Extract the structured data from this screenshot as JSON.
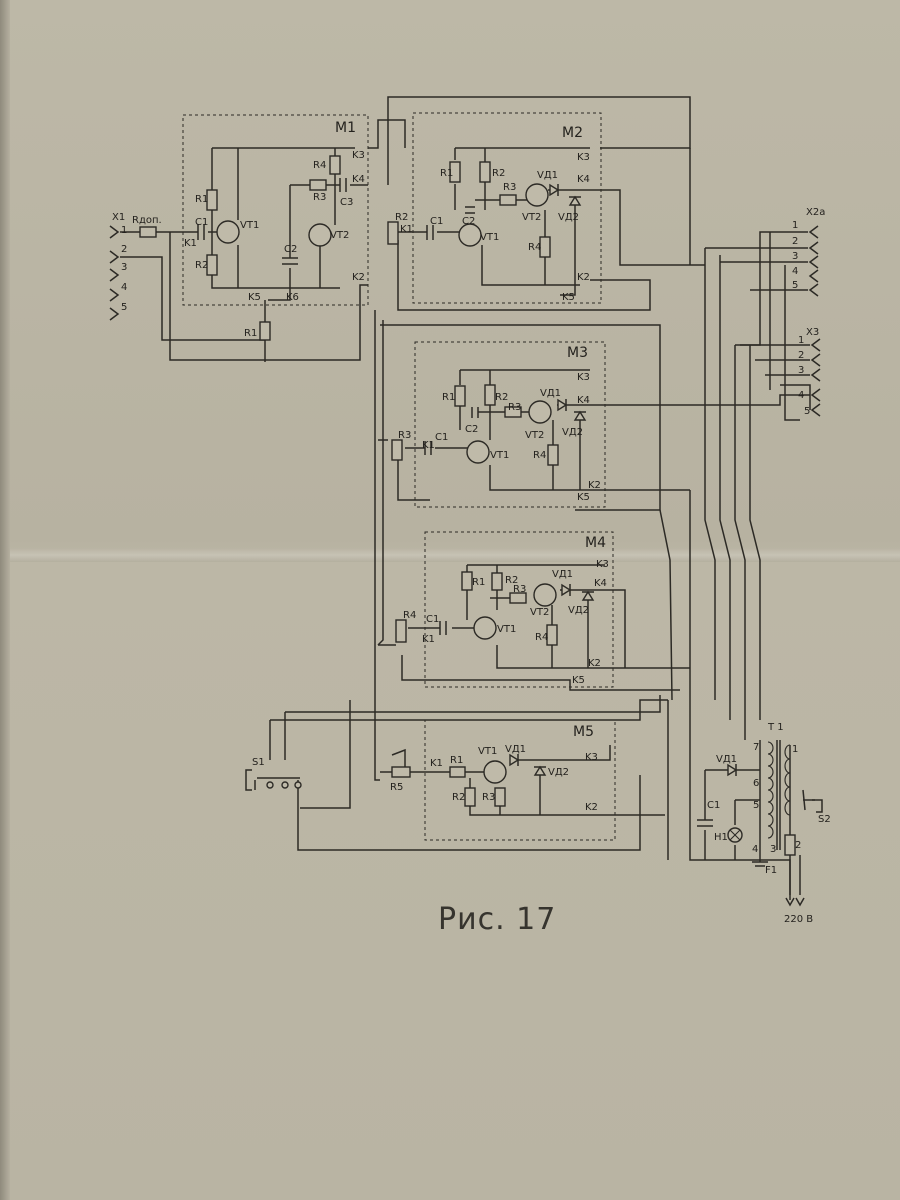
{
  "figure": {
    "caption": "Рис. 17",
    "mains_label": "220 В"
  },
  "modules": {
    "m1": {
      "title": "M1",
      "labels": [
        "K3",
        "K4",
        "K2",
        "K5",
        "K6",
        "R1",
        "R2",
        "R3",
        "R4",
        "C1",
        "C2",
        "C3",
        "K1",
        "VT1",
        "VT2"
      ]
    },
    "m2": {
      "title": "M2",
      "labels": [
        "K3",
        "K4",
        "K2",
        "K5",
        "R1",
        "R2",
        "R3",
        "R4",
        "C1",
        "C2",
        "K1",
        "VT1",
        "VT2",
        "VД1",
        "VД2"
      ]
    },
    "m3": {
      "title": "M3",
      "labels": [
        "K3",
        "K4",
        "K2",
        "K5",
        "R1",
        "R2",
        "R3",
        "R4",
        "C1",
        "C2",
        "K1",
        "VT1",
        "VT2",
        "VД1",
        "VД2"
      ]
    },
    "m4": {
      "title": "M4",
      "labels": [
        "K3",
        "K4",
        "K2",
        "K5",
        "R1",
        "R2",
        "R3",
        "R4",
        "C1",
        "K1",
        "VT1",
        "VT2",
        "VД1",
        "VД2"
      ]
    },
    "m5": {
      "title": "M5",
      "labels": [
        "K3",
        "K2",
        "K1",
        "R1",
        "R2",
        "R3",
        "VT1",
        "VД1",
        "VД2"
      ]
    }
  },
  "external": {
    "x1": {
      "title": "X1",
      "pins": [
        "1",
        "2",
        "3",
        "4",
        "5"
      ]
    },
    "rdop": "Rдоп.",
    "x2a": {
      "title": "X2a",
      "pins": [
        "1",
        "2",
        "3",
        "4",
        "5"
      ]
    },
    "x3": {
      "title": "X3",
      "pins": [
        "1",
        "2",
        "3",
        "4",
        "5"
      ]
    },
    "pots": [
      "R1",
      "R2",
      "R3",
      "R4",
      "R5"
    ],
    "s1": "S1",
    "s2": "S2",
    "t1": "T 1",
    "t1_pins": [
      "1",
      "2",
      "3",
      "4",
      "5",
      "6",
      "7"
    ],
    "psu": [
      "VД1",
      "C1",
      "H1",
      "F1"
    ]
  }
}
